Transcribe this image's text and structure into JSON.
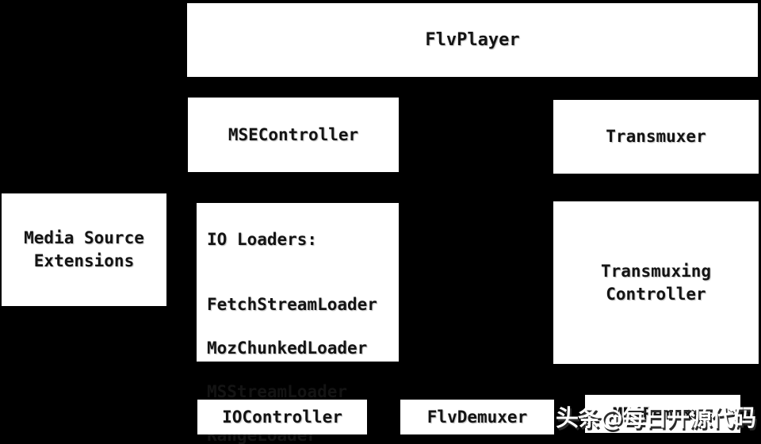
{
  "colors": {
    "background": "#000000",
    "box_fill": "#ffffff",
    "box_text": "#141414",
    "watermark_text": "#ffffff",
    "watermark_shadow": "#2a2a2a"
  },
  "diagram": {
    "nodes": {
      "flvplayer": {
        "label": "FlvPlayer"
      },
      "mse_controller": {
        "label": "MSEController"
      },
      "transmuxer": {
        "label": "Transmuxer"
      },
      "media_source_extensions": {
        "label": "Media Source\nExtensions"
      },
      "io_loaders": {
        "title": "IO Loaders:",
        "items": [
          "FetchStreamLoader",
          "MozChunkedLoader",
          "MSStreamLoader",
          "RangeLoader"
        ]
      },
      "transmuxing_controller": {
        "label": "Transmuxing\nController"
      },
      "io_controller": {
        "label": "IOController"
      },
      "flv_demuxer": {
        "label": "FlvDemuxer"
      },
      "mp4_remuxer": {
        "label": "MP4Remuxer"
      }
    }
  },
  "watermark": {
    "text": "头条@每日开源代码"
  }
}
